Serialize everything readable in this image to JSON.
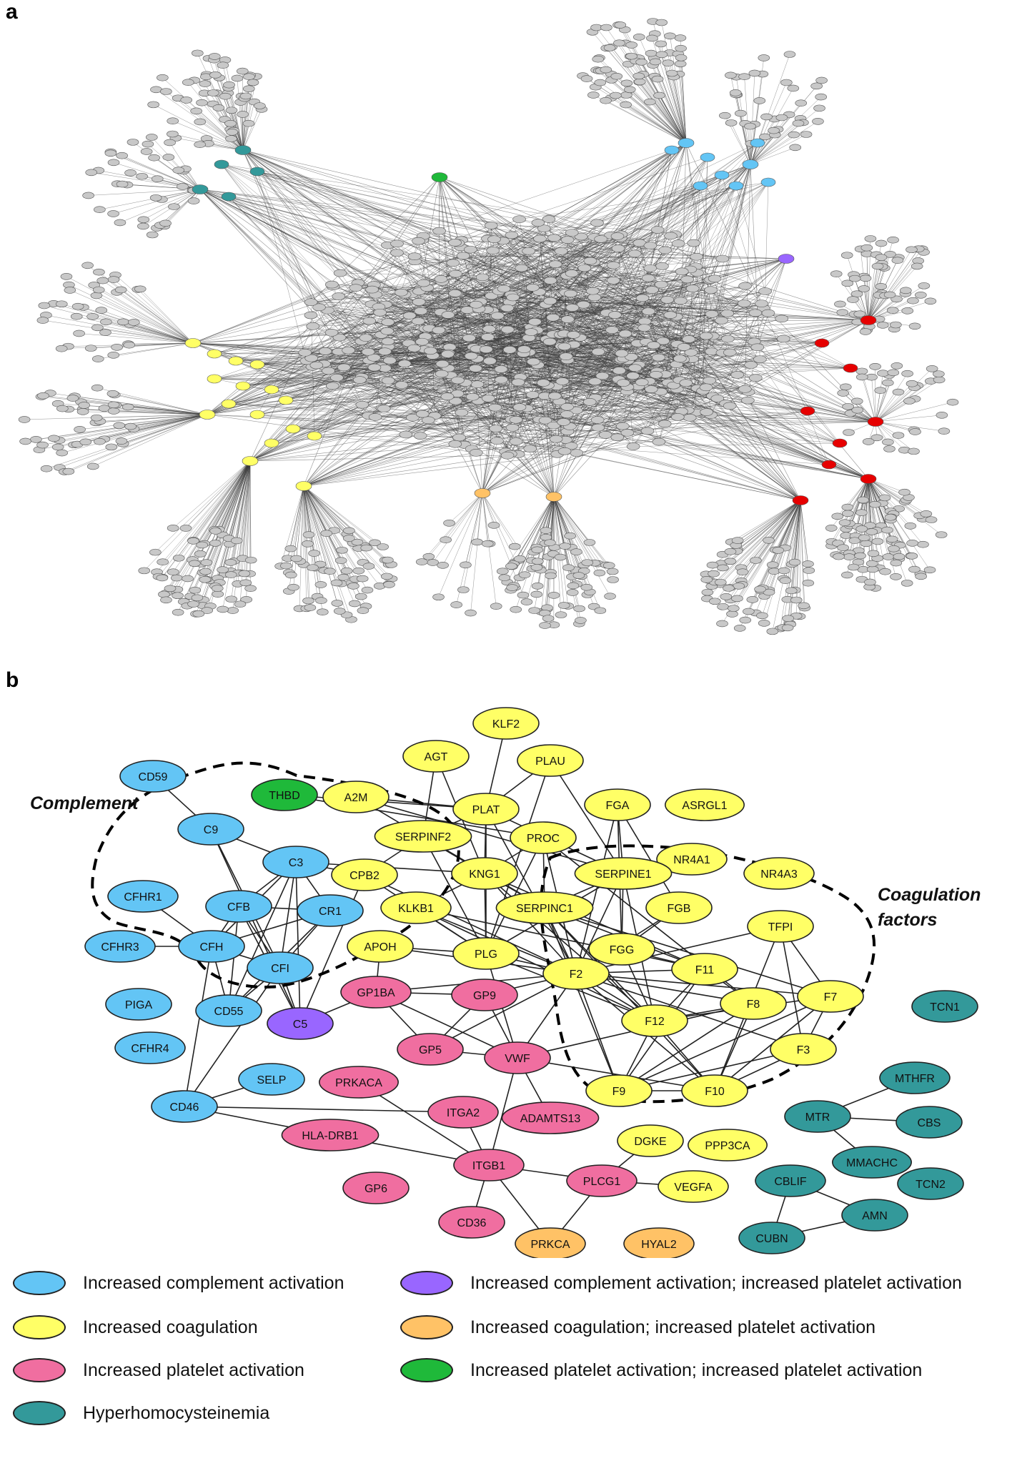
{
  "panels": {
    "a": "a",
    "b": "b"
  },
  "colors": {
    "complement": "#63c5f5",
    "coagulation": "#ffff66",
    "platelet": "#f06ea0",
    "hyperhomocysteinemia": "#33999a",
    "complement_platelet": "#9966ff",
    "coagulation_platelet": "#ffc266",
    "platelet_platelet": "#1fb93a",
    "gray_node": "#c8c8c8",
    "red_node": "#e60000",
    "edge": "#333333"
  },
  "panel_b": {
    "region_labels": {
      "complement": "Complement",
      "coagulation_line1": "Coagulation",
      "coagulation_line2": "factors"
    },
    "nodes": [
      {
        "id": "KLF2",
        "group": "coagulation"
      },
      {
        "id": "AGT",
        "group": "coagulation"
      },
      {
        "id": "PLAU",
        "group": "coagulation"
      },
      {
        "id": "CD59",
        "group": "complement"
      },
      {
        "id": "THBD",
        "group": "platelet_platelet"
      },
      {
        "id": "A2M",
        "group": "coagulation"
      },
      {
        "id": "PLAT",
        "group": "coagulation"
      },
      {
        "id": "FGA",
        "group": "coagulation"
      },
      {
        "id": "ASRGL1",
        "group": "coagulation"
      },
      {
        "id": "C9",
        "group": "complement"
      },
      {
        "id": "SERPINF2",
        "group": "coagulation"
      },
      {
        "id": "PROC",
        "group": "coagulation"
      },
      {
        "id": "NR4A1",
        "group": "coagulation"
      },
      {
        "id": "C3",
        "group": "complement"
      },
      {
        "id": "CPB2",
        "group": "coagulation"
      },
      {
        "id": "KNG1",
        "group": "coagulation"
      },
      {
        "id": "SERPINE1",
        "group": "coagulation"
      },
      {
        "id": "NR4A3",
        "group": "coagulation"
      },
      {
        "id": "CFHR1",
        "group": "complement"
      },
      {
        "id": "CFB",
        "group": "complement"
      },
      {
        "id": "CR1",
        "group": "complement"
      },
      {
        "id": "KLKB1",
        "group": "coagulation"
      },
      {
        "id": "SERPINC1",
        "group": "coagulation"
      },
      {
        "id": "FGB",
        "group": "coagulation"
      },
      {
        "id": "TFPI",
        "group": "coagulation"
      },
      {
        "id": "CFHR3",
        "group": "complement"
      },
      {
        "id": "CFH",
        "group": "complement"
      },
      {
        "id": "APOH",
        "group": "coagulation"
      },
      {
        "id": "PLG",
        "group": "coagulation"
      },
      {
        "id": "FGG",
        "group": "coagulation"
      },
      {
        "id": "CFI",
        "group": "complement"
      },
      {
        "id": "F11",
        "group": "coagulation"
      },
      {
        "id": "F2",
        "group": "coagulation"
      },
      {
        "id": "GP1BA",
        "group": "platelet"
      },
      {
        "id": "GP9",
        "group": "platelet"
      },
      {
        "id": "F7",
        "group": "coagulation"
      },
      {
        "id": "PIGA",
        "group": "complement"
      },
      {
        "id": "CD55",
        "group": "complement"
      },
      {
        "id": "C5",
        "group": "complement_platelet"
      },
      {
        "id": "F8",
        "group": "coagulation"
      },
      {
        "id": "TCN1",
        "group": "hyperhomocysteinemia"
      },
      {
        "id": "F12",
        "group": "coagulation"
      },
      {
        "id": "CFHR4",
        "group": "complement"
      },
      {
        "id": "GP5",
        "group": "platelet"
      },
      {
        "id": "VWF",
        "group": "platelet"
      },
      {
        "id": "F3",
        "group": "coagulation"
      },
      {
        "id": "SELP",
        "group": "complement"
      },
      {
        "id": "PRKACA",
        "group": "platelet"
      },
      {
        "id": "MTHFR",
        "group": "hyperhomocysteinemia"
      },
      {
        "id": "F9",
        "group": "coagulation"
      },
      {
        "id": "F10",
        "group": "coagulation"
      },
      {
        "id": "CD46",
        "group": "complement"
      },
      {
        "id": "ITGA2",
        "group": "platelet"
      },
      {
        "id": "ADAMTS13",
        "group": "platelet"
      },
      {
        "id": "MTR",
        "group": "hyperhomocysteinemia"
      },
      {
        "id": "CBS",
        "group": "hyperhomocysteinemia"
      },
      {
        "id": "HLA-DRB1",
        "group": "platelet"
      },
      {
        "id": "DGKE",
        "group": "coagulation"
      },
      {
        "id": "PPP3CA",
        "group": "coagulation"
      },
      {
        "id": "MMACHC",
        "group": "hyperhomocysteinemia"
      },
      {
        "id": "ITGB1",
        "group": "platelet"
      },
      {
        "id": "PLCG1",
        "group": "platelet"
      },
      {
        "id": "CBLIF",
        "group": "hyperhomocysteinemia"
      },
      {
        "id": "TCN2",
        "group": "hyperhomocysteinemia"
      },
      {
        "id": "GP6",
        "group": "platelet"
      },
      {
        "id": "VEGFA",
        "group": "coagulation"
      },
      {
        "id": "AMN",
        "group": "hyperhomocysteinemia"
      },
      {
        "id": "CD36",
        "group": "platelet"
      },
      {
        "id": "PRKCA",
        "group": "coagulation_platelet"
      },
      {
        "id": "HYAL2",
        "group": "coagulation_platelet"
      },
      {
        "id": "CUBN",
        "group": "hyperhomocysteinemia"
      }
    ],
    "edges": [
      [
        "KLF2",
        "PLAT"
      ],
      [
        "THBD",
        "PLAT"
      ],
      [
        "THBD",
        "PROC"
      ],
      [
        "CD59",
        "C9"
      ],
      [
        "A2M",
        "PLAT"
      ],
      [
        "A2M",
        "KNG1"
      ],
      [
        "A2M",
        "SERPINE1"
      ],
      [
        "PLAU",
        "PLAT"
      ],
      [
        "PLAU",
        "SERPINE1"
      ],
      [
        "PLAU",
        "PLG"
      ],
      [
        "PLAT",
        "SERPINE1"
      ],
      [
        "PLAT",
        "PLG"
      ],
      [
        "PLAT",
        "SERPINF2"
      ],
      [
        "PLAT",
        "KNG1"
      ],
      [
        "PLAT",
        "F2"
      ],
      [
        "AGT",
        "SERPINF2"
      ],
      [
        "AGT",
        "KNG1"
      ],
      [
        "FGA",
        "FGG"
      ],
      [
        "FGA",
        "FGB"
      ],
      [
        "FGA",
        "SERPINE1"
      ],
      [
        "FGA",
        "F2"
      ],
      [
        "SERPINF2",
        "PLG"
      ],
      [
        "SERPINF2",
        "CPB2"
      ],
      [
        "SERPINF2",
        "SERPINC1"
      ],
      [
        "PROC",
        "F2"
      ],
      [
        "PROC",
        "SERPINC1"
      ],
      [
        "PROC",
        "F8"
      ],
      [
        "PROC",
        "KNG1"
      ],
      [
        "PROC",
        "PLG"
      ],
      [
        "NR4A1",
        "SERPINE1"
      ],
      [
        "C9",
        "C3"
      ],
      [
        "C9",
        "C5"
      ],
      [
        "C9",
        "CFI"
      ],
      [
        "C3",
        "CFB"
      ],
      [
        "C3",
        "CR1"
      ],
      [
        "C3",
        "CFH"
      ],
      [
        "C3",
        "CFI"
      ],
      [
        "C3",
        "CD55"
      ],
      [
        "C3",
        "C5"
      ],
      [
        "C3",
        "CPB2"
      ],
      [
        "C3",
        "KNG1"
      ],
      [
        "CPB2",
        "PLG"
      ],
      [
        "CPB2",
        "F2"
      ],
      [
        "CPB2",
        "C5"
      ],
      [
        "KNG1",
        "KLKB1"
      ],
      [
        "KNG1",
        "F12"
      ],
      [
        "KNG1",
        "F11"
      ],
      [
        "KNG1",
        "PLG"
      ],
      [
        "KNG1",
        "F2"
      ],
      [
        "KNG1",
        "SERPINC1"
      ],
      [
        "SERPINE1",
        "F2"
      ],
      [
        "SERPINE1",
        "PLG"
      ],
      [
        "SERPINE1",
        "FGG"
      ],
      [
        "SERPINE1",
        "SERPINC1"
      ],
      [
        "SERPINE1",
        "F12"
      ],
      [
        "CFHR1",
        "CFH"
      ],
      [
        "CFB",
        "CFH"
      ],
      [
        "CFB",
        "CFI"
      ],
      [
        "CFB",
        "CR1"
      ],
      [
        "CFB",
        "CD55"
      ],
      [
        "CFB",
        "C5"
      ],
      [
        "CR1",
        "CFI"
      ],
      [
        "CR1",
        "CD55"
      ],
      [
        "CR1",
        "CFH"
      ],
      [
        "KLKB1",
        "F12"
      ],
      [
        "KLKB1",
        "F11"
      ],
      [
        "KLKB1",
        "PLG"
      ],
      [
        "KLKB1",
        "F2"
      ],
      [
        "SERPINC1",
        "F2"
      ],
      [
        "SERPINC1",
        "F9"
      ],
      [
        "SERPINC1",
        "F10"
      ],
      [
        "SERPINC1",
        "F11"
      ],
      [
        "SERPINC1",
        "F12"
      ],
      [
        "SERPINC1",
        "F7"
      ],
      [
        "FGB",
        "F2"
      ],
      [
        "FGB",
        "FGG"
      ],
      [
        "FGG",
        "F2"
      ],
      [
        "FGG",
        "F12"
      ],
      [
        "FGG",
        "F11"
      ],
      [
        "TFPI",
        "F7"
      ],
      [
        "TFPI",
        "F3"
      ],
      [
        "TFPI",
        "F10"
      ],
      [
        "TFPI",
        "F2"
      ],
      [
        "CFHR3",
        "CFH"
      ],
      [
        "CFH",
        "CFI"
      ],
      [
        "CFH",
        "CD55"
      ],
      [
        "CFH",
        "CD46"
      ],
      [
        "CFI",
        "CD55"
      ],
      [
        "CFI",
        "C5"
      ],
      [
        "CFI",
        "CD46"
      ],
      [
        "APOH",
        "PLG"
      ],
      [
        "APOH",
        "F2"
      ],
      [
        "APOH",
        "GP1BA"
      ],
      [
        "PLG",
        "F2"
      ],
      [
        "PLG",
        "F12"
      ],
      [
        "PLG",
        "VWF"
      ],
      [
        "F2",
        "F11"
      ],
      [
        "F2",
        "F12"
      ],
      [
        "F2",
        "F8"
      ],
      [
        "F2",
        "F7"
      ],
      [
        "F2",
        "F9"
      ],
      [
        "F2",
        "F10"
      ],
      [
        "F2",
        "GP9"
      ],
      [
        "F2",
        "GP1BA"
      ],
      [
        "F2",
        "GP5"
      ],
      [
        "F2",
        "VWF"
      ],
      [
        "F2",
        "F3"
      ],
      [
        "F11",
        "F12"
      ],
      [
        "F11",
        "F9"
      ],
      [
        "F11",
        "F8"
      ],
      [
        "F12",
        "F8"
      ],
      [
        "F12",
        "F9"
      ],
      [
        "F12",
        "F10"
      ],
      [
        "F12",
        "F7"
      ],
      [
        "F8",
        "F9"
      ],
      [
        "F8",
        "F10"
      ],
      [
        "F8",
        "VWF"
      ],
      [
        "F7",
        "F10"
      ],
      [
        "F7",
        "F9"
      ],
      [
        "F7",
        "F3"
      ],
      [
        "F3",
        "F10"
      ],
      [
        "F3",
        "F9"
      ],
      [
        "F9",
        "F10"
      ],
      [
        "GP1BA",
        "GP9"
      ],
      [
        "GP1BA",
        "GP5"
      ],
      [
        "GP1BA",
        "VWF"
      ],
      [
        "GP1BA",
        "C5"
      ],
      [
        "GP9",
        "GP5"
      ],
      [
        "GP9",
        "VWF"
      ],
      [
        "GP5",
        "VWF"
      ],
      [
        "VWF",
        "ADAMTS13"
      ],
      [
        "VWF",
        "ITGB1"
      ],
      [
        "VWF",
        "F10"
      ],
      [
        "SELP",
        "CD46"
      ],
      [
        "CD46",
        "HLA-DRB1"
      ],
      [
        "CD46",
        "ITGA2"
      ],
      [
        "PRKACA",
        "ITGB1"
      ],
      [
        "ITGA2",
        "ITGB1"
      ],
      [
        "HLA-DRB1",
        "ITGB1"
      ],
      [
        "ITGB1",
        "CD36"
      ],
      [
        "ITGB1",
        "PRKCA"
      ],
      [
        "ITGB1",
        "PLCG1"
      ],
      [
        "PLCG1",
        "DGKE"
      ],
      [
        "PLCG1",
        "VEGFA"
      ],
      [
        "PLCG1",
        "PRKCA"
      ],
      [
        "MTHFR",
        "MTR"
      ],
      [
        "MTR",
        "CBS"
      ],
      [
        "MTR",
        "MMACHC"
      ],
      [
        "CBLIF",
        "CUBN"
      ],
      [
        "CBLIF",
        "AMN"
      ],
      [
        "AMN",
        "CUBN"
      ]
    ]
  },
  "legend": [
    {
      "label": "Increased complement activation",
      "color_key": "complement"
    },
    {
      "label": "Increased coagulation",
      "color_key": "coagulation"
    },
    {
      "label": "Increased platelet activation",
      "color_key": "platelet"
    },
    {
      "label": "Hyperhomocysteinemia",
      "color_key": "hyperhomocysteinemia"
    },
    {
      "label": "Increased complement activation; increased platelet activation",
      "color_key": "complement_platelet"
    },
    {
      "label": "Increased coagulation; increased platelet activation",
      "color_key": "coagulation_platelet"
    },
    {
      "label": "Increased platelet activation; increased platelet activation",
      "color_key": "platelet_platelet"
    }
  ]
}
